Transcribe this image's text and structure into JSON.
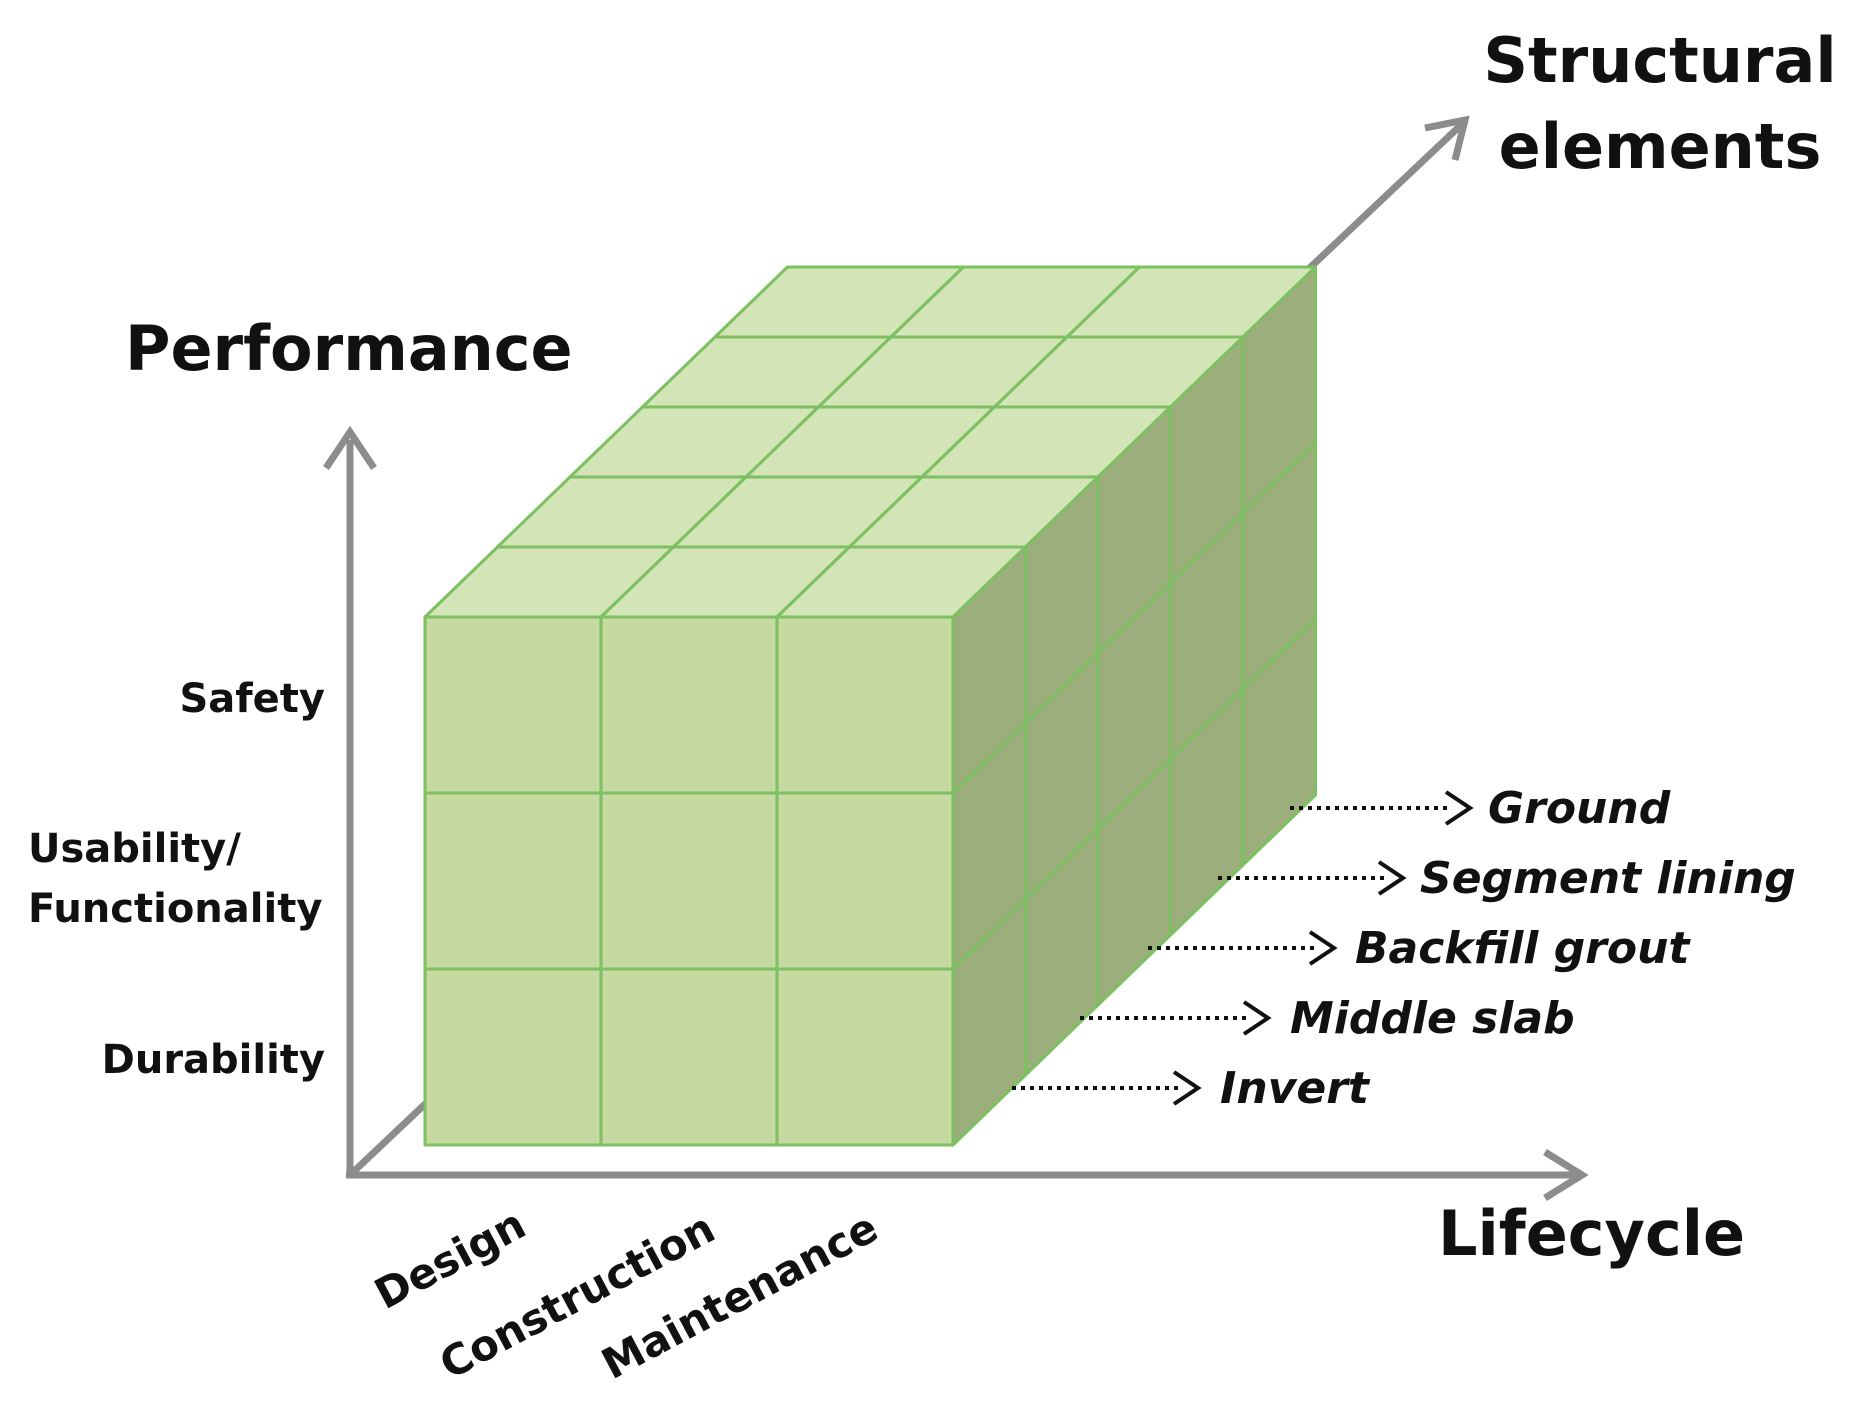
{
  "axes": {
    "performance": "Performance",
    "lifecycle": "Lifecycle",
    "structural_elements": [
      "Structural",
      "elements"
    ]
  },
  "performance_levels": {
    "safety": "Safety",
    "usability": [
      "Usability/",
      "Functionality"
    ],
    "durability": "Durability"
  },
  "lifecycle_stages": [
    "Design",
    "Construction",
    "Maintenance"
  ],
  "structural_element_items": [
    "Ground",
    "Segment lining",
    "Backfill grout",
    "Middle slab",
    "Invert"
  ],
  "colors": {
    "cube_front": "#c5d9a0",
    "cube_top": "#d3e4b6",
    "cube_side": "#9bae7c",
    "cube_edge": "#7cc061",
    "axis": "#8c8c8c"
  }
}
